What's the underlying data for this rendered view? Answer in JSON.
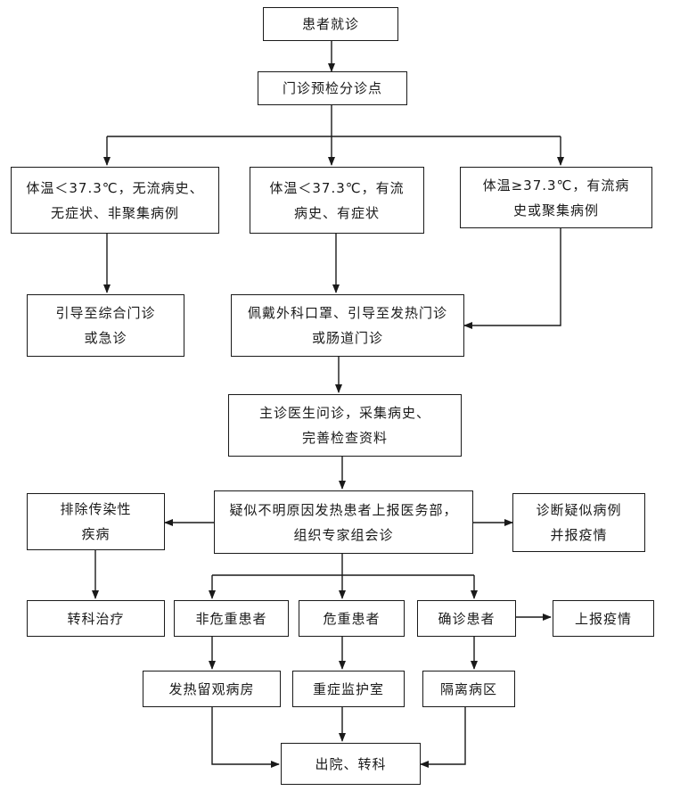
{
  "nodes": {
    "visit": {
      "lines": [
        "患者就诊"
      ]
    },
    "pretriage": {
      "lines": [
        "门诊预检分诊点"
      ]
    },
    "case_a": {
      "lines": [
        "体温＜37.3℃，无流病史、",
        "无症状、非聚集病例"
      ]
    },
    "case_b": {
      "lines": [
        "体温＜37.3℃，有流",
        "病史、有症状"
      ]
    },
    "case_c": {
      "lines": [
        "体温≥37.3℃，有流病",
        "史或聚集病例"
      ]
    },
    "guide_general": {
      "lines": [
        "引导至综合门诊",
        "或急诊"
      ]
    },
    "mask_fever": {
      "lines": [
        "佩戴外科口罩、引导至发热门诊",
        "或肠道门诊"
      ]
    },
    "doctor": {
      "lines": [
        "主诊医生问诊，采集病史、",
        "完善检查资料"
      ]
    },
    "report_consult": {
      "lines": [
        "疑似不明原因发热患者上报医务部，",
        "组织专家组会诊"
      ]
    },
    "exclude": {
      "lines": [
        "排除传染性",
        "疾病"
      ]
    },
    "suspected": {
      "lines": [
        "诊断疑似病例",
        "并报疫情"
      ]
    },
    "transfer_treat": {
      "lines": [
        "转科治疗"
      ]
    },
    "non_critical": {
      "lines": [
        "非危重患者"
      ]
    },
    "critical": {
      "lines": [
        "危重患者"
      ]
    },
    "confirmed": {
      "lines": [
        "确诊患者"
      ]
    },
    "report_epidemic": {
      "lines": [
        "上报疫情"
      ]
    },
    "fever_ward": {
      "lines": [
        "发热留观病房"
      ]
    },
    "icu": {
      "lines": [
        "重症监护室"
      ]
    },
    "isolation": {
      "lines": [
        "隔离病区"
      ]
    },
    "discharge": {
      "lines": [
        "出院、转科"
      ]
    }
  }
}
